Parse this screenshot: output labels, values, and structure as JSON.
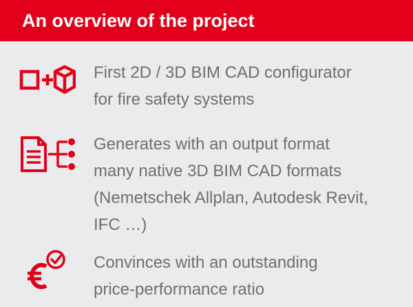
{
  "header": {
    "title": "An overview of the project"
  },
  "items": [
    {
      "icon": "cad-configurator-icon",
      "text": "First 2D / 3D BIM CAD configurator\nfor fire safety systems"
    },
    {
      "icon": "document-formats-icon",
      "text": "Generates with an output format\nmany native 3D BIM CAD formats\n(Nemetschek Allplan, Autodesk Revit,\nIFC …)"
    },
    {
      "icon": "euro-check-icon",
      "text": "Convinces with an outstanding\nprice-performance ratio"
    }
  ],
  "colors": {
    "accent": "#e2001a",
    "background": "#e9ebec",
    "text": "#6f6f6f"
  }
}
